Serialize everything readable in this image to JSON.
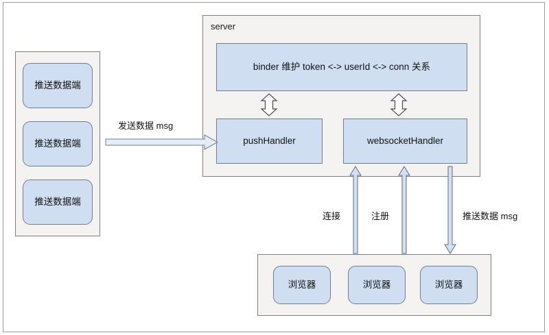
{
  "diagram": {
    "title_visible": false,
    "colors": {
      "node_fill": "#cfdef0",
      "node_stroke": "#6d7d92",
      "panel_fill": "#f4f3f1",
      "panel_stroke": "#7c7c7c",
      "arrow_fill": "#d3e0f0",
      "arrow_stroke": "#5b6b80",
      "background": "#ffffff"
    },
    "producer_panel": {
      "name": "producer-group",
      "items": [
        {
          "label": "推送数据端"
        },
        {
          "label": "推送数据端"
        },
        {
          "label": "推送数据端"
        }
      ]
    },
    "server_panel": {
      "label": "server",
      "binder": {
        "label": "binder 维护 token <-> userId <-> conn 关系"
      },
      "handlers": [
        {
          "label": "pushHandler"
        },
        {
          "label": "websocketHandler"
        }
      ]
    },
    "client_panel": {
      "name": "browser-group",
      "items": [
        {
          "label": "浏览器"
        },
        {
          "label": "浏览器"
        },
        {
          "label": "浏览器"
        }
      ]
    },
    "edges": [
      {
        "name": "producer-to-pushhandler",
        "label": "发送数据 msg",
        "direction": "right"
      },
      {
        "name": "binder-pushhandler-link",
        "label": "",
        "direction": "both"
      },
      {
        "name": "binder-websockethandler-link",
        "label": "",
        "direction": "both"
      },
      {
        "name": "browser-connect",
        "label": "连接",
        "direction": "up"
      },
      {
        "name": "browser-register",
        "label": "注册",
        "direction": "up"
      },
      {
        "name": "server-push-to-browser",
        "label": "推送数据 msg",
        "direction": "down"
      }
    ]
  }
}
